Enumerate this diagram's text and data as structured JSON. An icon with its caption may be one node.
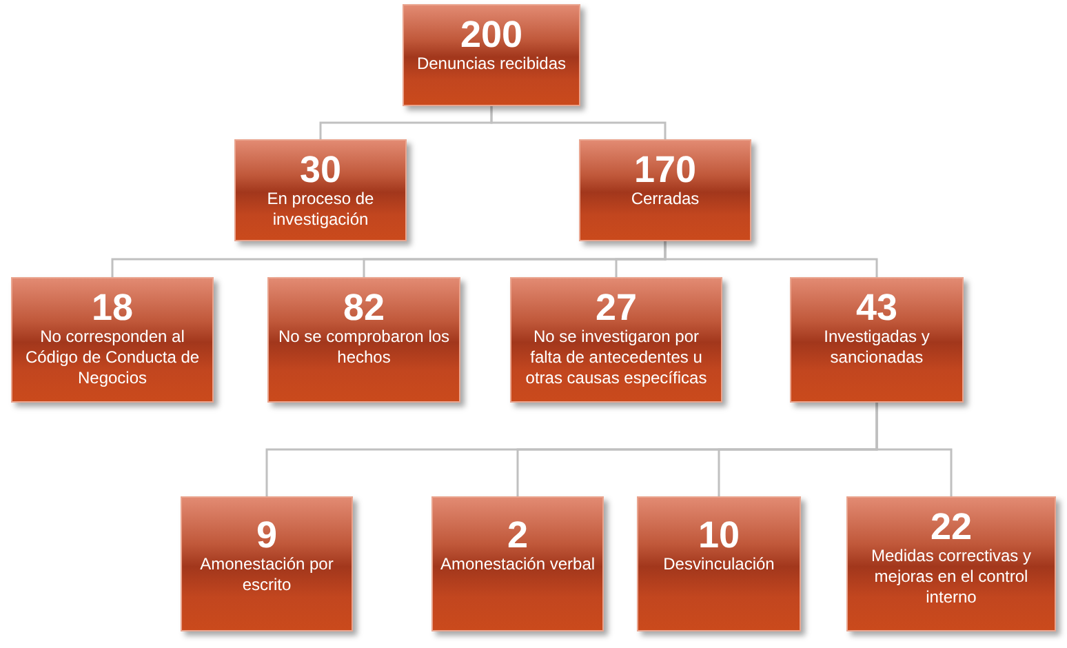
{
  "diagram": {
    "nodes": [
      {
        "text": [
          "200",
          "Denuncias recibidas"
        ]
      },
      {
        "text": [
          "30",
          "En proceso de investigación"
        ]
      },
      {
        "text": [
          "170",
          "Cerradas"
        ]
      },
      {
        "text": [
          "18",
          "No corresponden al Código de Conducta de Negocios"
        ]
      },
      {
        "text": [
          "82",
          "No se comprobaron los hechos"
        ]
      },
      {
        "text": [
          "27",
          "No se investigaron por falta de antecedentes u otras causas específicas"
        ]
      },
      {
        "text": [
          "43",
          "Investigadas y sancionadas"
        ]
      },
      {
        "text": [
          "9",
          "Amonestación por escrito"
        ]
      },
      {
        "text": [
          "2",
          "Amonestación verbal"
        ]
      },
      {
        "text": [
          "10",
          "Desvinculación"
        ]
      },
      {
        "text": [
          "22",
          "Medidas correctivas y mejoras en el control interno"
        ]
      }
    ],
    "edges": [
      {
        "from": 0,
        "to": 1,
        "arrow": "none"
      },
      {
        "from": 0,
        "to": 2,
        "arrow": "none"
      },
      {
        "from": 2,
        "to": 3,
        "arrow": "none"
      },
      {
        "from": 2,
        "to": 4,
        "arrow": "none"
      },
      {
        "from": 2,
        "to": 5,
        "arrow": "none"
      },
      {
        "from": 2,
        "to": 6,
        "arrow": "none"
      },
      {
        "from": 6,
        "to": 7,
        "arrow": "none"
      },
      {
        "from": 6,
        "to": 8,
        "arrow": "none"
      },
      {
        "from": 6,
        "to": 9,
        "arrow": "none"
      },
      {
        "from": 6,
        "to": 10,
        "arrow": "none"
      }
    ]
  }
}
